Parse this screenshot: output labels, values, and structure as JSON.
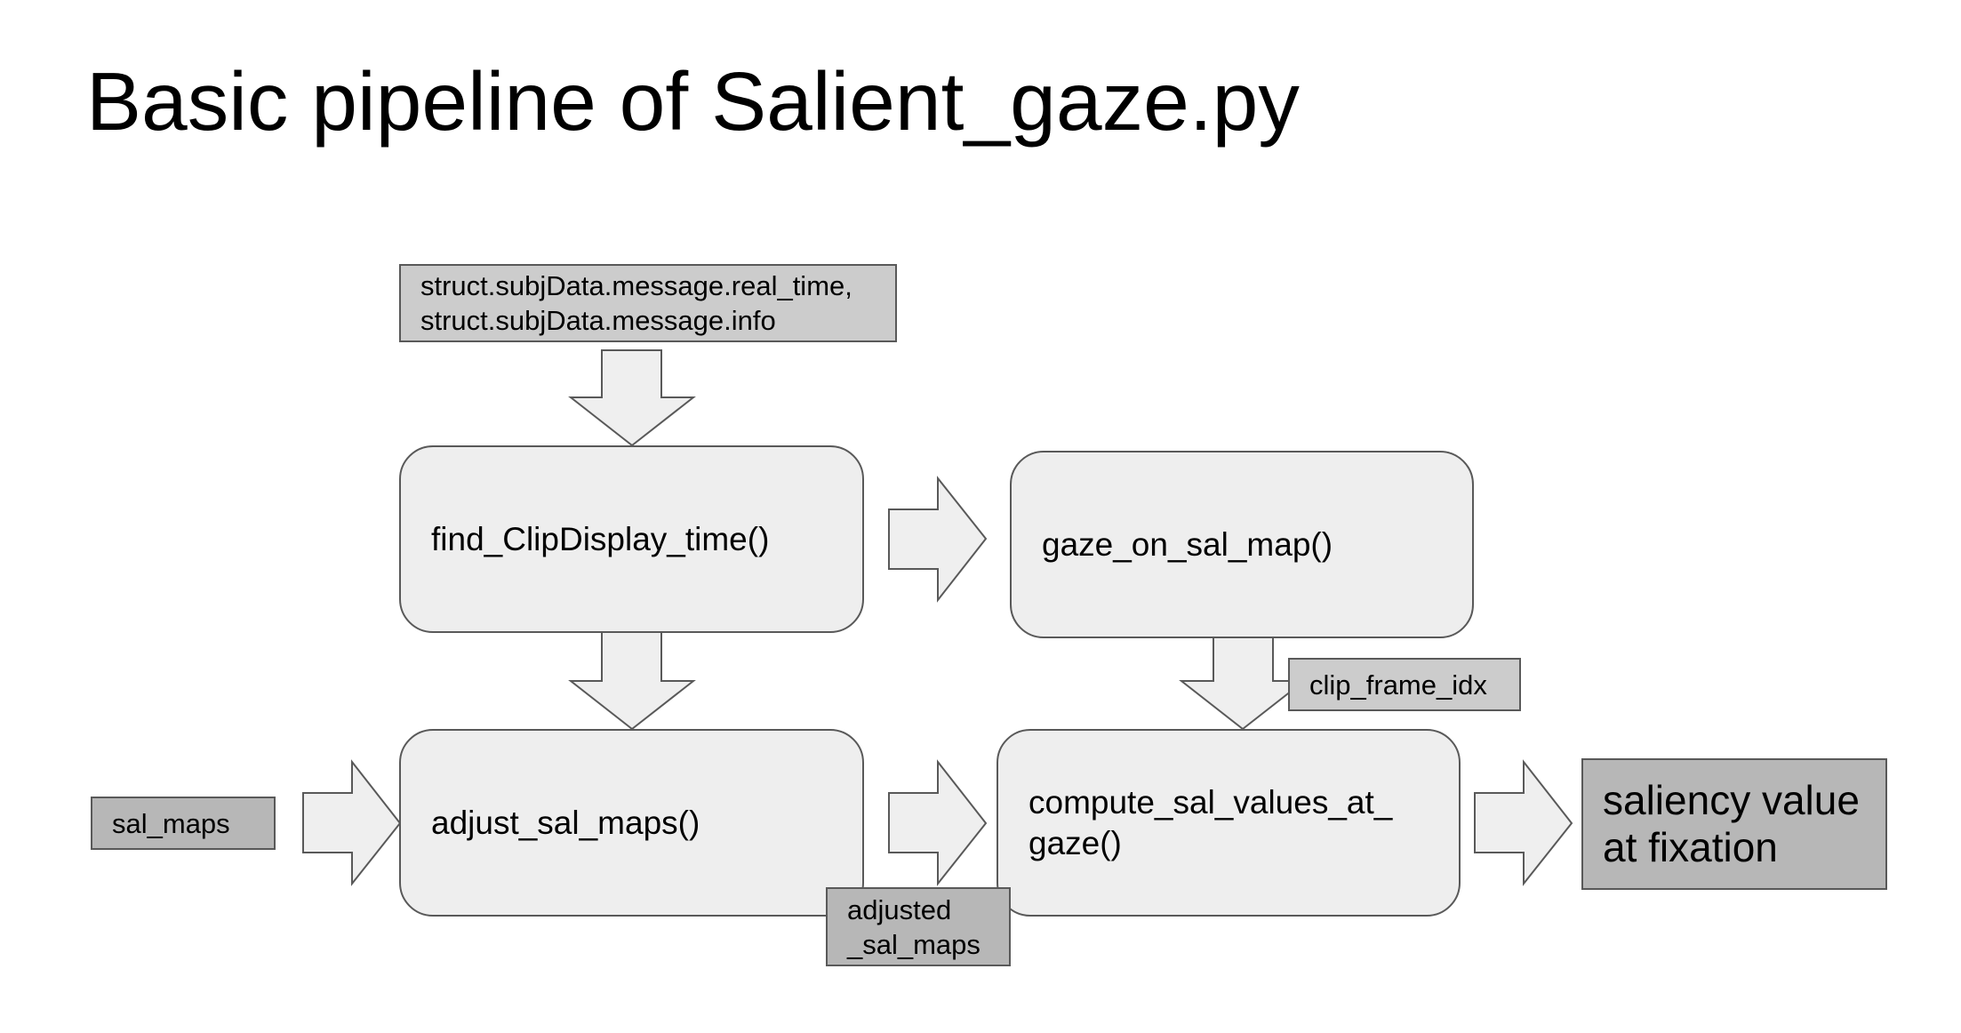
{
  "title": "Basic pipeline of Salient_gaze.py",
  "nodes": {
    "message_input": "struct.subjData.message.real_time,\nstruct.subjData.message.info",
    "find_clip": "find_ClipDisplay_time()",
    "gaze_on_sal": "gaze_on_sal_map()",
    "adjust_sal": "adjust_sal_maps()",
    "compute_sal": "compute_sal_values_at_\ngaze()",
    "sal_maps_input": "sal_maps",
    "clip_frame_idx": "clip_frame_idx",
    "adjusted_sal_maps": "adjusted\n_sal_maps",
    "result": "saliency value\nat fixation"
  },
  "colors": {
    "function_fill": "#eeeeee",
    "tag_light_fill": "#cccccc",
    "tag_dark_fill": "#b7b7b7",
    "arrow_fill": "#efefef",
    "border": "#595959"
  },
  "icons": [
    "arrow-down-icon",
    "arrow-right-icon"
  ]
}
